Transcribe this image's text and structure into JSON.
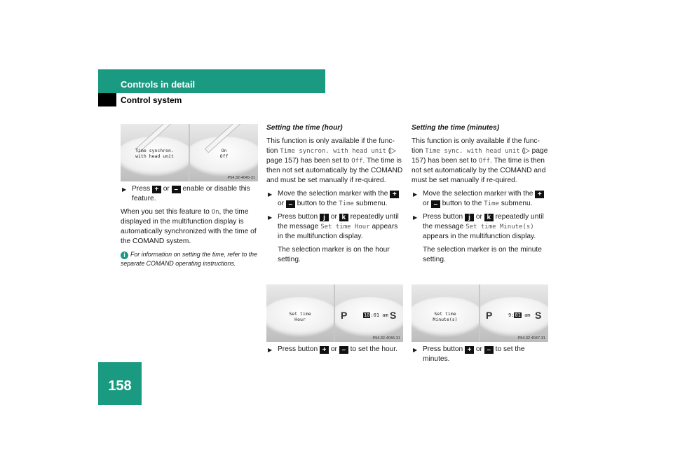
{
  "header": {
    "title": "Controls in detail",
    "subtitle": "Control system"
  },
  "page_number": "158",
  "col1": {
    "photo": {
      "left_text_1": "Time synchron.",
      "left_text_2": "with head unit",
      "right_text_1": "On",
      "right_text_2": "Off",
      "code": "P54.32-4045-31"
    },
    "b1_pre": "Press",
    "key_plus": "+",
    "or": "or",
    "key_minus": "–",
    "b1_post": "enable or disable this feature.",
    "p1_a": "When you set this feature to",
    "p1_mono": "On",
    "p1_b": ", the time displayed in the multifunction display is automatically synchronized with the time of the COMAND system.",
    "info": "For information on setting the time, refer to the separate COMAND operating instructions."
  },
  "col2": {
    "heading": "Setting the time (hour)",
    "p1_a": "This function is only available if the func-tion",
    "p1_mono": "Time syncron. with head unit",
    "p1_b": "(▷ page 157) has been set to",
    "p1_mono2": "Off",
    "p1_c": ". The time is then not set automatically by the COMAND and must be set manually if re-quired.",
    "b1_a": "Move the selection marker with the",
    "b1_b": "button to the",
    "b1_mono": "Time",
    "b1_c": "submenu.",
    "b2_a": "Press button",
    "key_j": "j",
    "key_k": "k",
    "b2_b": "repeatedly until the message",
    "b2_mono": "Set time Hour",
    "b2_c": "appears in the multifunction display.",
    "p2": "The selection marker is on the hour setting.",
    "photo": {
      "left_text_1": "Set time",
      "left_text_2": "Hour",
      "gear_p": "P",
      "gear_s": "S",
      "clock_hl": "10",
      "clock_rest": ":01 am",
      "code": "P54.32-4046-31"
    },
    "b3_a": "Press button",
    "b3_b": "to set the hour."
  },
  "col3": {
    "heading": "Setting the time (minutes)",
    "p1_a": "This function is only available if the func-tion",
    "p1_mono": "Time sync. with head unit",
    "p1_b": "(▷ page 157) has been set to",
    "p1_mono2": "Off",
    "p1_c": ". The time is then not set automatically by the COMAND and must be set manually if re-quired.",
    "b1_a": "Move the selection marker with the",
    "b1_b": "button to the",
    "b1_mono": "Time",
    "b1_c": "submenu.",
    "b2_a": "Press button",
    "b2_b": "repeatedly until the message",
    "b2_mono": "Set time Minute(s)",
    "b2_c": "appears in the multifunction display.",
    "p2": "The selection marker is on the minute setting.",
    "photo": {
      "left_text_1": "Set time",
      "left_text_2": "Minute(s)",
      "gear_p": "P",
      "gear_s": "S",
      "clock_pre": "9:",
      "clock_hl": "01",
      "clock_rest": " am",
      "code": "P54.32-4047-31"
    },
    "b3_a": "Press button",
    "b3_b": "to set the minutes."
  },
  "colors": {
    "accent": "#1a9a80"
  }
}
